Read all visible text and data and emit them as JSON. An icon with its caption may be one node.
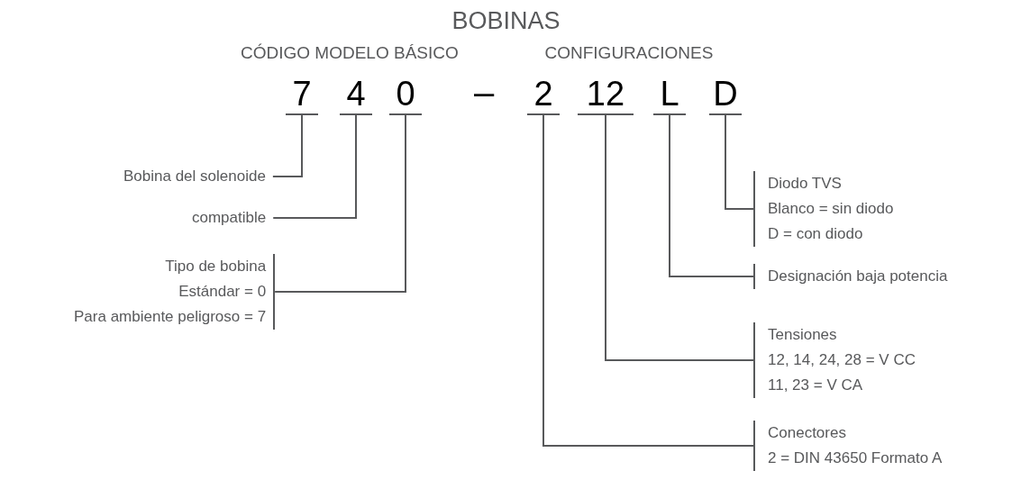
{
  "diagram": {
    "title": "BOBINAS",
    "nodes": [
      {
        "text": [
          "7"
        ]
      },
      {
        "text": [
          "4"
        ]
      },
      {
        "text": [
          "0"
        ]
      },
      {
        "text": [
          "2"
        ]
      },
      {
        "text": [
          "12"
        ]
      },
      {
        "text": [
          "L"
        ]
      },
      {
        "text": [
          "D"
        ]
      },
      {
        "text": [
          "Bobina del solenoide"
        ]
      },
      {
        "text": [
          "compatible"
        ]
      },
      {
        "text": [
          "Tipo de bobina",
          "Estándar = 0",
          "Para ambiente peligroso = 7"
        ]
      },
      {
        "text": [
          "Diodo TVS",
          "Blanco = sin diodo",
          "D = con diodo"
        ]
      },
      {
        "text": [
          "Designación baja potencia"
        ]
      },
      {
        "text": [
          "Tensiones",
          "12, 14, 24, 28 = V CC",
          "11, 23 = V CA"
        ]
      },
      {
        "text": [
          "Conectores",
          "2 = DIN 43650 Formato A"
        ]
      }
    ],
    "edges": [
      {
        "from": 0,
        "to": 7,
        "arrow": "none"
      },
      {
        "from": 1,
        "to": 8,
        "arrow": "none"
      },
      {
        "from": 2,
        "to": 9,
        "arrow": "none"
      },
      {
        "from": 3,
        "to": 13,
        "arrow": "none"
      },
      {
        "from": 4,
        "to": 12,
        "arrow": "none"
      },
      {
        "from": 5,
        "to": 11,
        "arrow": "none"
      },
      {
        "from": 6,
        "to": 10,
        "arrow": "none"
      }
    ],
    "labels": [
      "CÓDIGO MODELO BÁSICO",
      "CONFIGURACIONES",
      "–"
    ]
  }
}
